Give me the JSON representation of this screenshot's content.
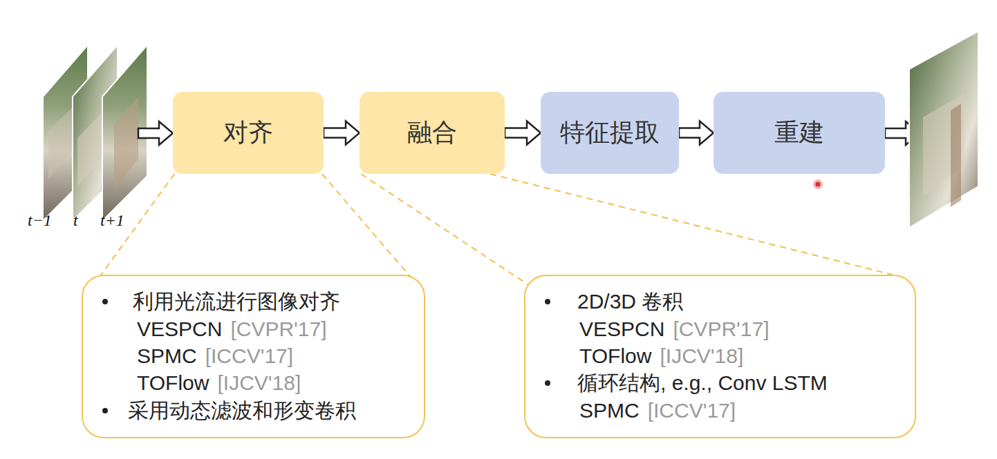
{
  "diagram": {
    "nodes": [
      {
        "text": [
          "对齐"
        ]
      },
      {
        "text": [
          "融合"
        ]
      },
      {
        "text": [
          "特征提取"
        ]
      },
      {
        "text": [
          "重建"
        ]
      },
      {
        "text": [
          "利用光流进行图像对齐",
          "VESPCN",
          "[CVPR'17]",
          "SPMC",
          "[ICCV'17]",
          "TOFlow",
          "[IJCV'18]",
          "采用动态滤波和形变卷积"
        ]
      },
      {
        "text": [
          "2D/3D 卷积",
          "VESPCN",
          "[CVPR'17]",
          "TOFlow",
          "[IJCV'18]",
          "循环结构, e.g., Conv LSTM",
          "SPMC",
          "[ICCV'17]"
        ]
      }
    ],
    "edges": [
      {
        "from": 0,
        "to": 1,
        "arrow": "to"
      },
      {
        "from": 1,
        "to": 2,
        "arrow": "to"
      },
      {
        "from": 2,
        "to": 3,
        "arrow": "to"
      },
      {
        "from": 0,
        "to": 4,
        "arrow": "none"
      },
      {
        "from": 0,
        "to": 4,
        "arrow": "none"
      },
      {
        "from": 1,
        "to": 5,
        "arrow": "none"
      },
      {
        "from": 1,
        "to": 5,
        "arrow": "none"
      }
    ],
    "labels": [
      "t−1",
      "t",
      "t+1"
    ]
  }
}
